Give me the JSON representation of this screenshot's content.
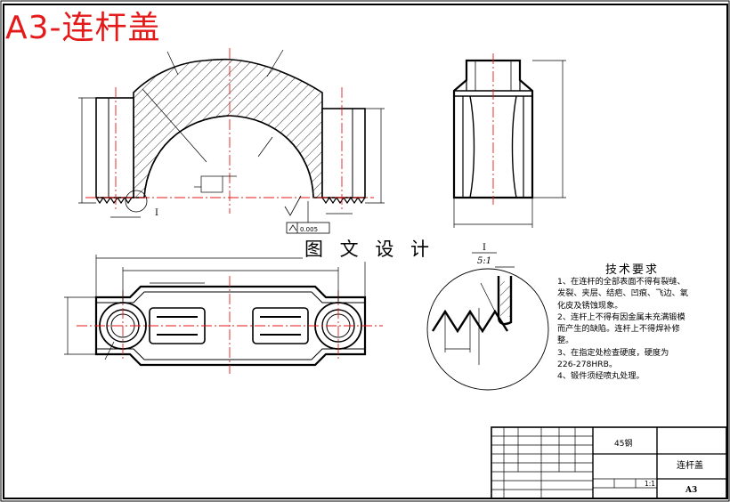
{
  "drawing": {
    "title": "A3-连杆盖",
    "watermark": "图 文 设 计"
  },
  "technical_requirements": {
    "heading": "技术要求",
    "lines": [
      "1、在连杆的全部表面不得有裂缝、",
      "发裂、夹层、结疤、凹痕、飞边、氧",
      "化皮及锈蚀现象。",
      "2、连杆上不得有因金属未充满锻模",
      "而产生的缺陷。连杆上不得焊补修",
      "整。",
      "3、在指定处检查硬度，硬度为",
      "226-278HRB。",
      "4、锻件须经喷丸处理。"
    ]
  },
  "detail_view": {
    "label": "I",
    "scale": "5:1"
  },
  "section_marker": {
    "label": "I"
  },
  "tolerance_frame": {
    "value": "0.005"
  },
  "title_block": {
    "material": "45钢",
    "part_name": "连杆盖",
    "scale": "1:1",
    "sheet_size": "A3"
  },
  "colors": {
    "title_red": "#e41a1a",
    "centerline_red": "#e41a1a",
    "line_black": "#000000"
  }
}
